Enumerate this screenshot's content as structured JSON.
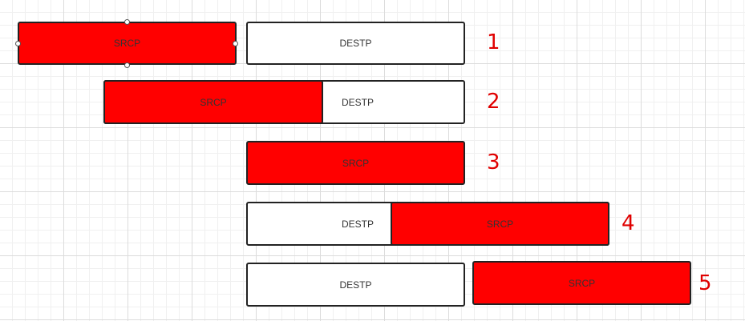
{
  "src_color": "#ff0000",
  "dest_color": "#ffffff",
  "label_color": "#e00000",
  "rows": [
    {
      "number": "1",
      "src_label": "SRCP",
      "dest_label": "DESTP"
    },
    {
      "number": "2",
      "src_label": "SRCP",
      "dest_label": "DESTP"
    },
    {
      "number": "3",
      "src_label": "SRCP"
    },
    {
      "number": "4",
      "src_label": "SRCP",
      "dest_label": "DESTP"
    },
    {
      "number": "5",
      "src_label": "SRCP",
      "dest_label": "DESTP"
    }
  ]
}
